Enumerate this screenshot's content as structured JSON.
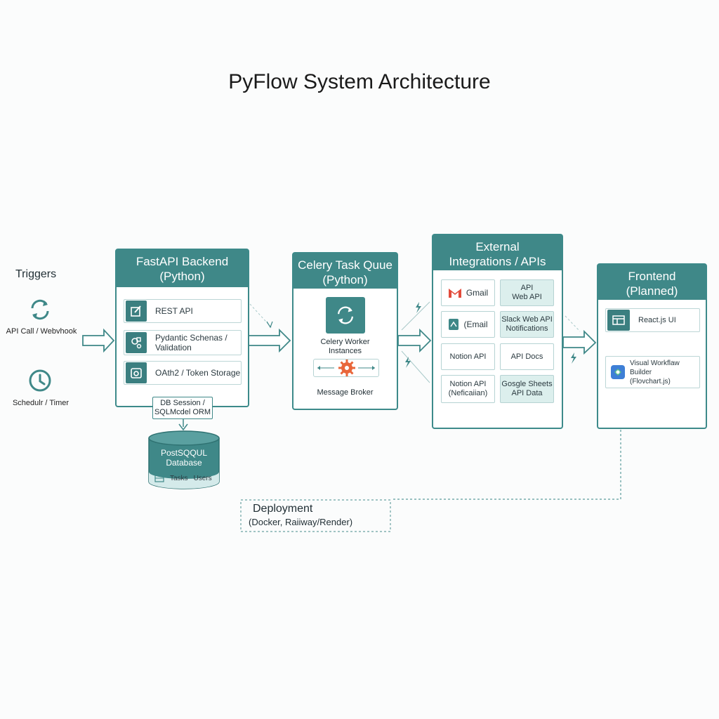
{
  "title": "PyFlow System Architecture",
  "triggers": {
    "heading": "Triggers",
    "items": [
      {
        "label": "API Call / Webvhook",
        "icon": "refresh-arrows-icon"
      },
      {
        "label": "Schedulr / Timer",
        "icon": "clock-icon"
      }
    ]
  },
  "backend": {
    "title_line1": "FastAPI Backend",
    "title_line2": "(Python)",
    "rows": [
      {
        "label": "REST API",
        "icon": "edit-doc-icon"
      },
      {
        "label": "Pydantic Schenas / Validation",
        "label_line1": "Pydantic Schenas /",
        "label_line2": "Validation",
        "icon": "shapes-icon"
      },
      {
        "label": "OAth2 / Token Storage",
        "icon": "token-icon"
      }
    ],
    "db_session_line1": "DB Session /",
    "db_session_line2": "SQLMcdel ORM"
  },
  "database": {
    "line1": "PostSQQUL",
    "line2": "Database",
    "tables": [
      "Tasks",
      "Users"
    ]
  },
  "celery": {
    "title_line1": "Celery Task Quue",
    "title_line2": "(Python)",
    "worker_line1": "Celery Worker",
    "worker_line2": "Instances",
    "broker": "Message Broker"
  },
  "integrations": {
    "title_line1": "External",
    "title_line2": "Integrations / APIs",
    "cells": [
      {
        "line1": "Gmail",
        "icon": "gmail-icon",
        "teal": false
      },
      {
        "line1": "API",
        "line2": "Web API",
        "teal": true
      },
      {
        "line1": "(Email",
        "icon": "email-doc-icon",
        "teal": false
      },
      {
        "line1": "Slack Web API",
        "line2": "Notifications",
        "teal": true
      },
      {
        "line1": "Notion API",
        "teal": false
      },
      {
        "line1": "API Docs",
        "teal": false
      },
      {
        "line1": "Notion API",
        "line2": "(Neficaiian)",
        "teal": false
      },
      {
        "line1": "Gosgle Sheets",
        "line2": "API Data",
        "teal": true
      }
    ]
  },
  "frontend": {
    "title_line1": "Frontend",
    "title_line2": "(Planned)",
    "rows": [
      {
        "label": "React.js UI",
        "icon": "layout-icon"
      },
      {
        "label_line1": "Visual Workflaw Builder",
        "label_line2": "(Flovchart.js)",
        "icon": "workflow-icon"
      }
    ]
  },
  "deployment": {
    "line1": "Deployment",
    "line2": "(Docker, Raiiway/Render)"
  },
  "colors": {
    "teal": "#3f8888",
    "teal_light": "#dcefed",
    "accent_orange": "#e9663a"
  }
}
